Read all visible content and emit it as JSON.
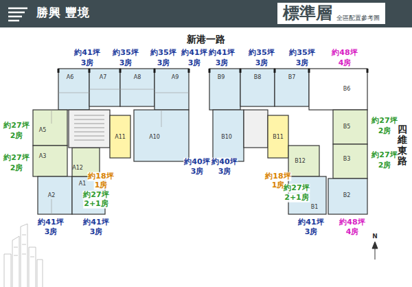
{
  "diagram": {
    "nodes": [
      {
        "text": [
          "標準層",
          "全區配置參考圖"
        ]
      }
    ],
    "labels": [
      "勝興 豐境",
      "新港一路",
      "四維東路",
      "約41坪",
      "3房",
      "約35坪",
      "3房",
      "約35坪",
      "3房",
      "約41坪",
      "3房",
      "約41坪",
      "3房",
      "約35坪",
      "3房",
      "約35坪",
      "3房",
      "約48坪",
      "4房",
      "約27坪",
      "2房",
      "約27坪",
      "2房",
      "約18坪",
      "1房",
      "約27坪",
      "2+1房",
      "約40坪",
      "3房",
      "約40坪",
      "3房",
      "約18坪",
      "1房",
      "約27坪",
      "2+1房",
      "約27坪",
      "2房",
      "約27坪",
      "2房",
      "約41坪",
      "3房",
      "約41坪",
      "3房",
      "約41坪",
      "3房",
      "約48坪",
      "4房",
      "A6",
      "A7",
      "A8",
      "A9",
      "A5",
      "A3",
      "A11",
      "A10",
      "A12",
      "A1",
      "A2",
      "B9",
      "B8",
      "B7",
      "B6",
      "B10",
      "B11",
      "B5",
      "B3",
      "B12",
      "B1",
      "B2",
      "N"
    ]
  }
}
